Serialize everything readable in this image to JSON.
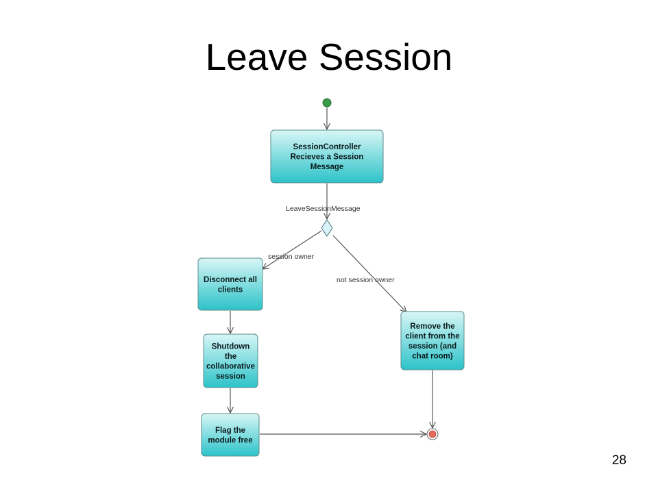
{
  "title": "Leave Session",
  "page_number": "28",
  "colors": {
    "box_top": "#d8f6f6",
    "box_bottom": "#2cc3c9",
    "box_border": "#5a8a8c",
    "start_node": "#3a9a4a",
    "end_node": "#e86a5a",
    "decision_fill": "#d9f3fb"
  },
  "diagram": {
    "nodes": [
      {
        "id": "start",
        "kind": "initial"
      },
      {
        "id": "receive",
        "kind": "action",
        "lines": [
          "SessionController",
          "Recieves a Session",
          "Message"
        ]
      },
      {
        "id": "decision",
        "kind": "decision"
      },
      {
        "id": "disconnect",
        "kind": "action",
        "lines": [
          "Disconnect all",
          "clients"
        ]
      },
      {
        "id": "shutdown",
        "kind": "action",
        "lines": [
          "Shutdown",
          "the",
          "collaborative",
          "session"
        ]
      },
      {
        "id": "flag",
        "kind": "action",
        "lines": [
          "Flag the",
          "module free"
        ]
      },
      {
        "id": "remove",
        "kind": "action",
        "lines": [
          "Remove the",
          "client from the",
          "session (and",
          "chat room)"
        ]
      },
      {
        "id": "end",
        "kind": "final"
      }
    ],
    "edges": [
      {
        "from": "start",
        "to": "receive",
        "label": ""
      },
      {
        "from": "receive",
        "to": "decision",
        "label": "LeaveSessionMessage"
      },
      {
        "from": "decision",
        "to": "disconnect",
        "label": "session owner"
      },
      {
        "from": "decision",
        "to": "remove",
        "label": "not session owner"
      },
      {
        "from": "disconnect",
        "to": "shutdown",
        "label": ""
      },
      {
        "from": "shutdown",
        "to": "flag",
        "label": ""
      },
      {
        "from": "flag",
        "to": "end",
        "label": ""
      },
      {
        "from": "remove",
        "to": "end",
        "label": ""
      }
    ]
  }
}
